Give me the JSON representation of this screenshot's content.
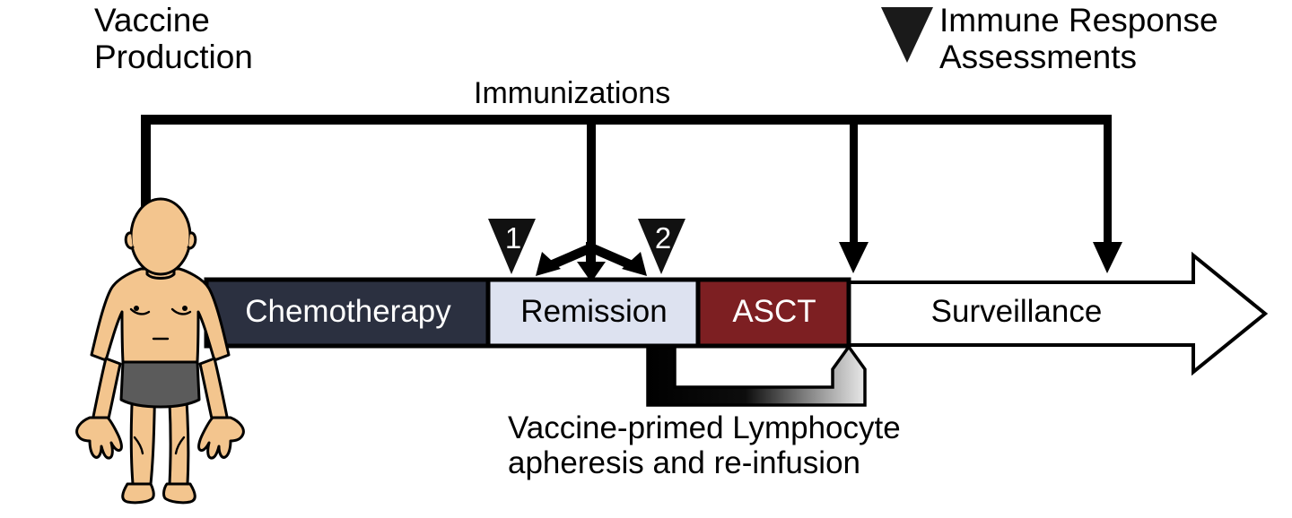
{
  "diagram": {
    "title_labels": {
      "vaccine_production": "Vaccine\nProduction",
      "immunizations": "Immunizations",
      "immune_response_assessments": "Immune Response\nAssessments",
      "apheresis_caption": "Vaccine-primed Lymphocyte\napheresis and re-infusion"
    },
    "timeline": {
      "phases": [
        {
          "id": "chemotherapy",
          "label": "Chemotherapy",
          "fill": "#2b3040",
          "text_color": "#ffffff"
        },
        {
          "id": "remission",
          "label": "Remission",
          "fill": "#dde2f0",
          "text_color": "#000000"
        },
        {
          "id": "asct",
          "label": "ASCT",
          "fill": "#7d1f22",
          "text_color": "#ffffff"
        },
        {
          "id": "surveillance",
          "label": "Surveillance",
          "fill": "#ffffff",
          "text_color": "#000000"
        }
      ]
    },
    "markers": {
      "assessment_triangles": [
        {
          "id": "assessment-1",
          "number": "1"
        },
        {
          "id": "assessment-2",
          "number": "2"
        }
      ],
      "legend_symbol": "filled-down-triangle"
    },
    "subject": {
      "id": "patient-figure",
      "skin_color": "#f3c58e",
      "shorts_color": "#5b5b5b",
      "outline_color": "#000000"
    },
    "colors": {
      "line": "#000000",
      "background": "#ffffff",
      "chemotherapy": "#2b3040",
      "remission": "#dde2f0",
      "asct": "#7d1f22",
      "surveillance": "#ffffff"
    }
  }
}
